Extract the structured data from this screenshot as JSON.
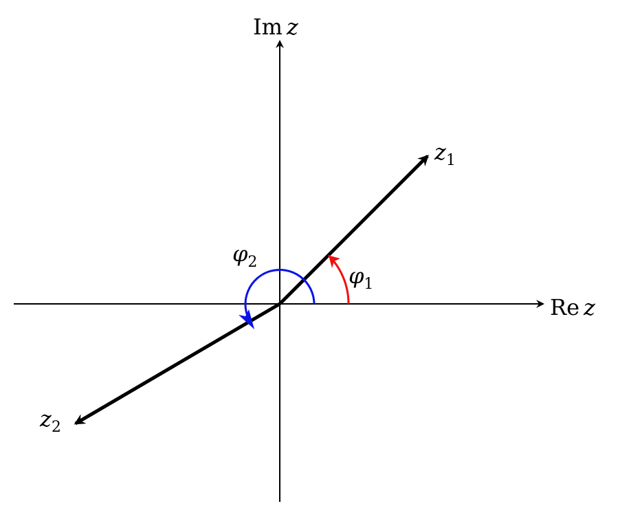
{
  "axes": {
    "real": {
      "text": "Re",
      "var": "z"
    },
    "imag": {
      "text": "Im",
      "var": "z"
    }
  },
  "vectors": [
    {
      "name": "z1",
      "var": "z",
      "sub": "1"
    },
    {
      "name": "z2",
      "var": "z",
      "sub": "2"
    }
  ],
  "angles": [
    {
      "name": "phi1",
      "symbol": "φ",
      "sub": "1",
      "color": "#ee1111"
    },
    {
      "name": "phi2",
      "symbol": "φ",
      "sub": "2",
      "color": "#0a14e6"
    }
  ],
  "colors": {
    "axis": "#000000",
    "vector": "#000000"
  }
}
